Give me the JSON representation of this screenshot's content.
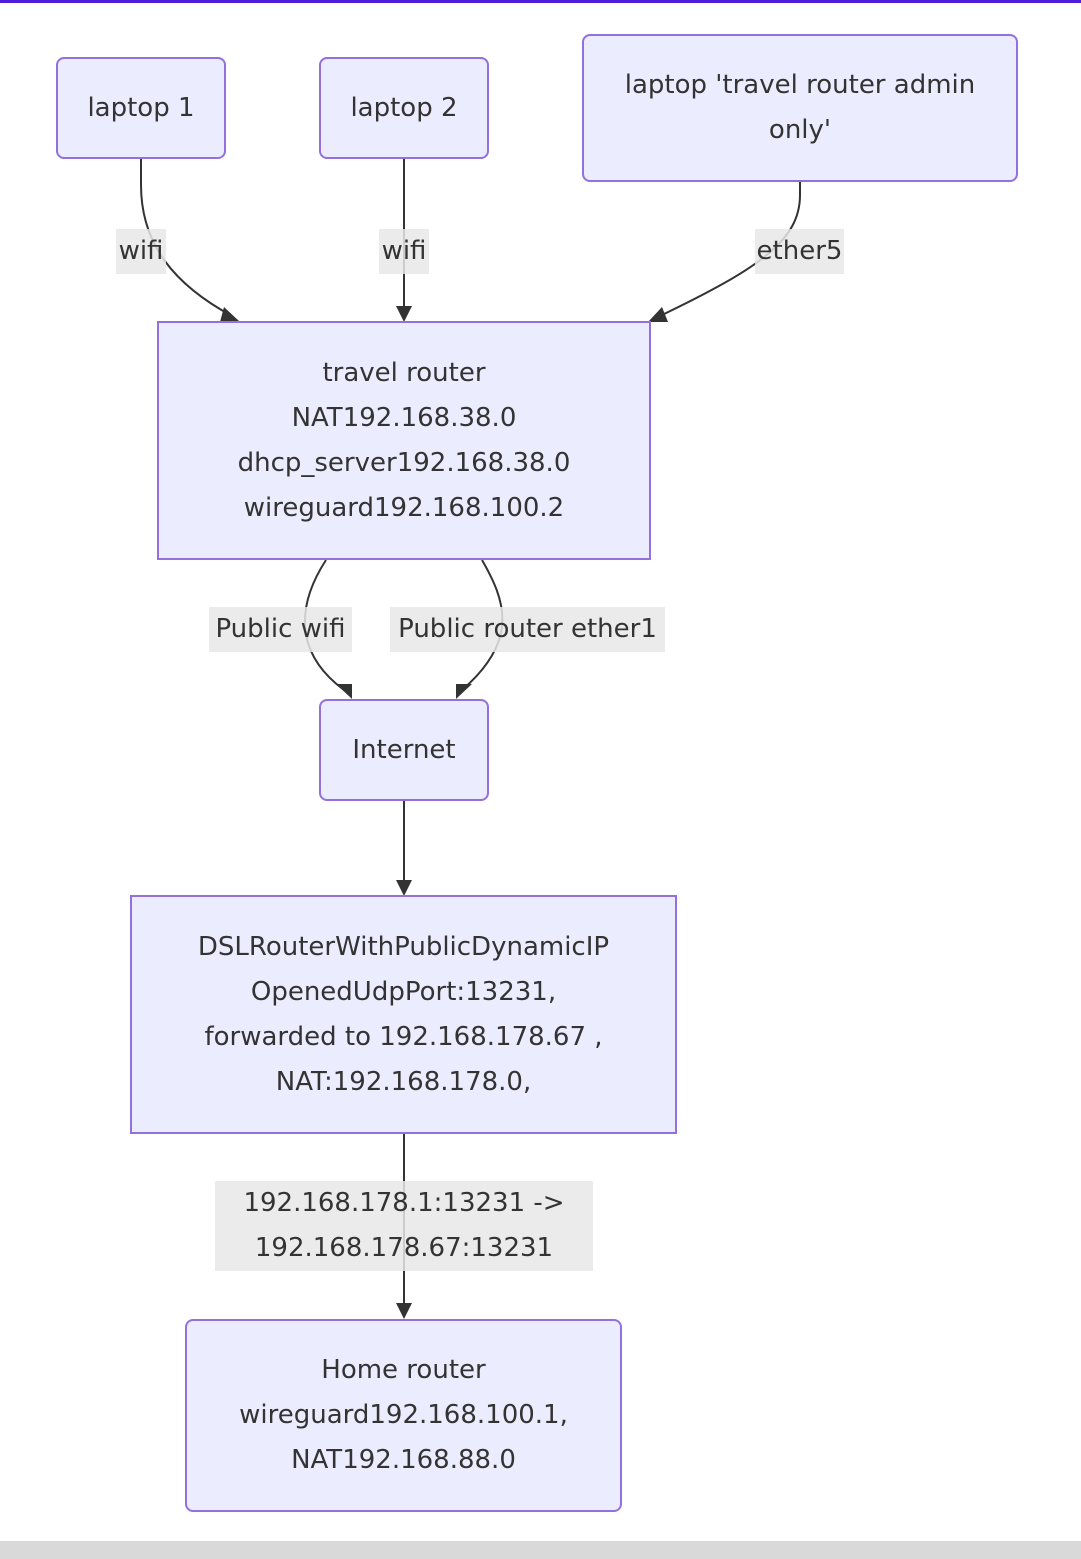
{
  "diagram": {
    "type": "flowchart",
    "direction": "top-down",
    "colors": {
      "node_fill": "#ececff",
      "node_border": "#9370db",
      "edge": "#333333",
      "label_bg": "#e8e8e8",
      "text": "#333333",
      "top_bar": "#4b1fd9"
    },
    "nodes": {
      "laptop1": "laptop 1",
      "laptop2": "laptop 2",
      "laptop_admin": "laptop 'travel router admin only'",
      "travel_router": "travel router\nNAT192.168.38.0\ndhcp_server192.168.38.0\nwireguard192.168.100.2",
      "internet": "Internet",
      "dsl_router": "DSLRouterWithPublicDynamicIP\nOpenedUdpPort:13231,\nforwarded to 192.168.178.67 ,\nNAT:192.168.178.0,",
      "home_router": "Home router\nwireguard192.168.100.1,\nNAT192.168.88.0"
    },
    "edges": [
      {
        "from": "laptop1",
        "to": "travel_router",
        "label": "wifi"
      },
      {
        "from": "laptop2",
        "to": "travel_router",
        "label": "wifi"
      },
      {
        "from": "laptop_admin",
        "to": "travel_router",
        "label": "ether5"
      },
      {
        "from": "travel_router",
        "to": "internet",
        "label": "Public wifi"
      },
      {
        "from": "travel_router",
        "to": "internet",
        "label": "Public router ether1"
      },
      {
        "from": "internet",
        "to": "dsl_router",
        "label": ""
      },
      {
        "from": "dsl_router",
        "to": "home_router",
        "label": "192.168.178.1:13231 ->\n192.168.178.67:13231"
      }
    ]
  }
}
